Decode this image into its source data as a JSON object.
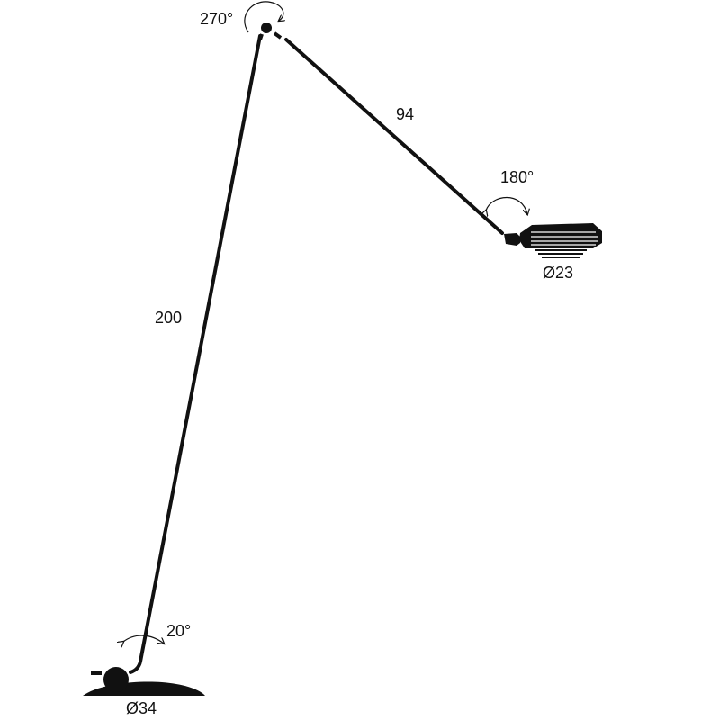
{
  "diagram": {
    "ink_color": "#111111",
    "background_color": "#ffffff",
    "dimensions": {
      "upper_arm_length": "94",
      "lower_arm_length": "200"
    },
    "rotations": {
      "top_joint": "270°",
      "head_joint": "180°",
      "base_joint": "20°"
    },
    "diameters": {
      "head": "Ø23",
      "base": "Ø34"
    }
  }
}
